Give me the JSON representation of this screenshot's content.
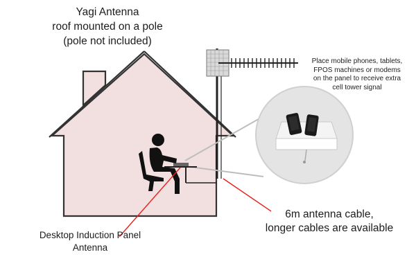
{
  "antenna_label": {
    "line1": "Yagi Antenna",
    "line2": "roof mounted on a pole",
    "line3": "(pole not included)"
  },
  "callout_label": {
    "line1": "Place mobile phones, tablets,",
    "line2": "FPOS machines or modems",
    "line3": "on the panel to receive extra",
    "line4": "cell tower signal"
  },
  "cable_label": {
    "line1": "6m antenna cable,",
    "line2": "longer cables are available"
  },
  "panel_label": {
    "line1": "Desktop Induction Panel",
    "line2": "Antenna"
  },
  "colors": {
    "house_fill": "#f2dfe0",
    "outline": "#333333",
    "pointer_red": "#e8201c",
    "person": "#111111",
    "callout_bg": "#e4e4e4"
  }
}
